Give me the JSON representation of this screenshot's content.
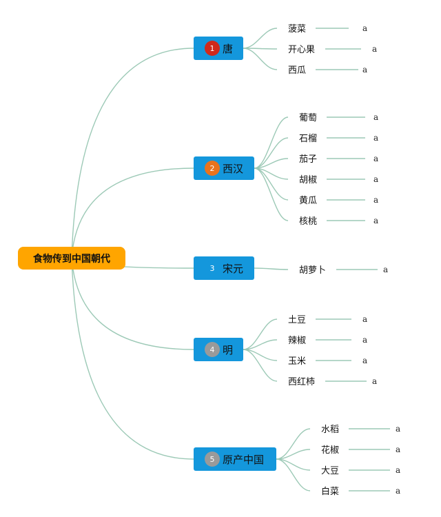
{
  "root": {
    "label": "食物传到中国朝代"
  },
  "colors": {
    "root_fill": "#ffa500",
    "branch_fill": "#1497dc",
    "connector": "#9cc9b6"
  },
  "branches": [
    {
      "label": "唐",
      "badge": "1",
      "badge_color": "#d0291b",
      "children": [
        {
          "text": "菠菜",
          "note": "a"
        },
        {
          "text": "开心果",
          "note": "a"
        },
        {
          "text": "西瓜",
          "note": "a"
        }
      ]
    },
    {
      "label": "西汉",
      "badge": "2",
      "badge_color": "#e9731d",
      "children": [
        {
          "text": "葡萄",
          "note": "a"
        },
        {
          "text": "石榴",
          "note": "a"
        },
        {
          "text": "茄子",
          "note": "a"
        },
        {
          "text": "胡椒",
          "note": "a"
        },
        {
          "text": "黄瓜",
          "note": "a"
        },
        {
          "text": "核桃",
          "note": "a"
        }
      ]
    },
    {
      "label": "宋元",
      "badge": "3",
      "badge_color": "#1497dc",
      "children": [
        {
          "text": "胡萝卜",
          "note": "a"
        }
      ]
    },
    {
      "label": "明",
      "badge": "4",
      "badge_color": "#9a9a9a",
      "children": [
        {
          "text": "土豆",
          "note": "a"
        },
        {
          "text": "辣椒",
          "note": "a"
        },
        {
          "text": "玉米",
          "note": "a"
        },
        {
          "text": "西红柿",
          "note": "a"
        }
      ]
    },
    {
      "label": "原产中国",
      "badge": "5",
      "badge_color": "#9a9a9a",
      "children": [
        {
          "text": "水稻",
          "note": "a"
        },
        {
          "text": "花椒",
          "note": "a"
        },
        {
          "text": "大豆",
          "note": "a"
        },
        {
          "text": "白菜",
          "note": "a"
        }
      ]
    }
  ]
}
